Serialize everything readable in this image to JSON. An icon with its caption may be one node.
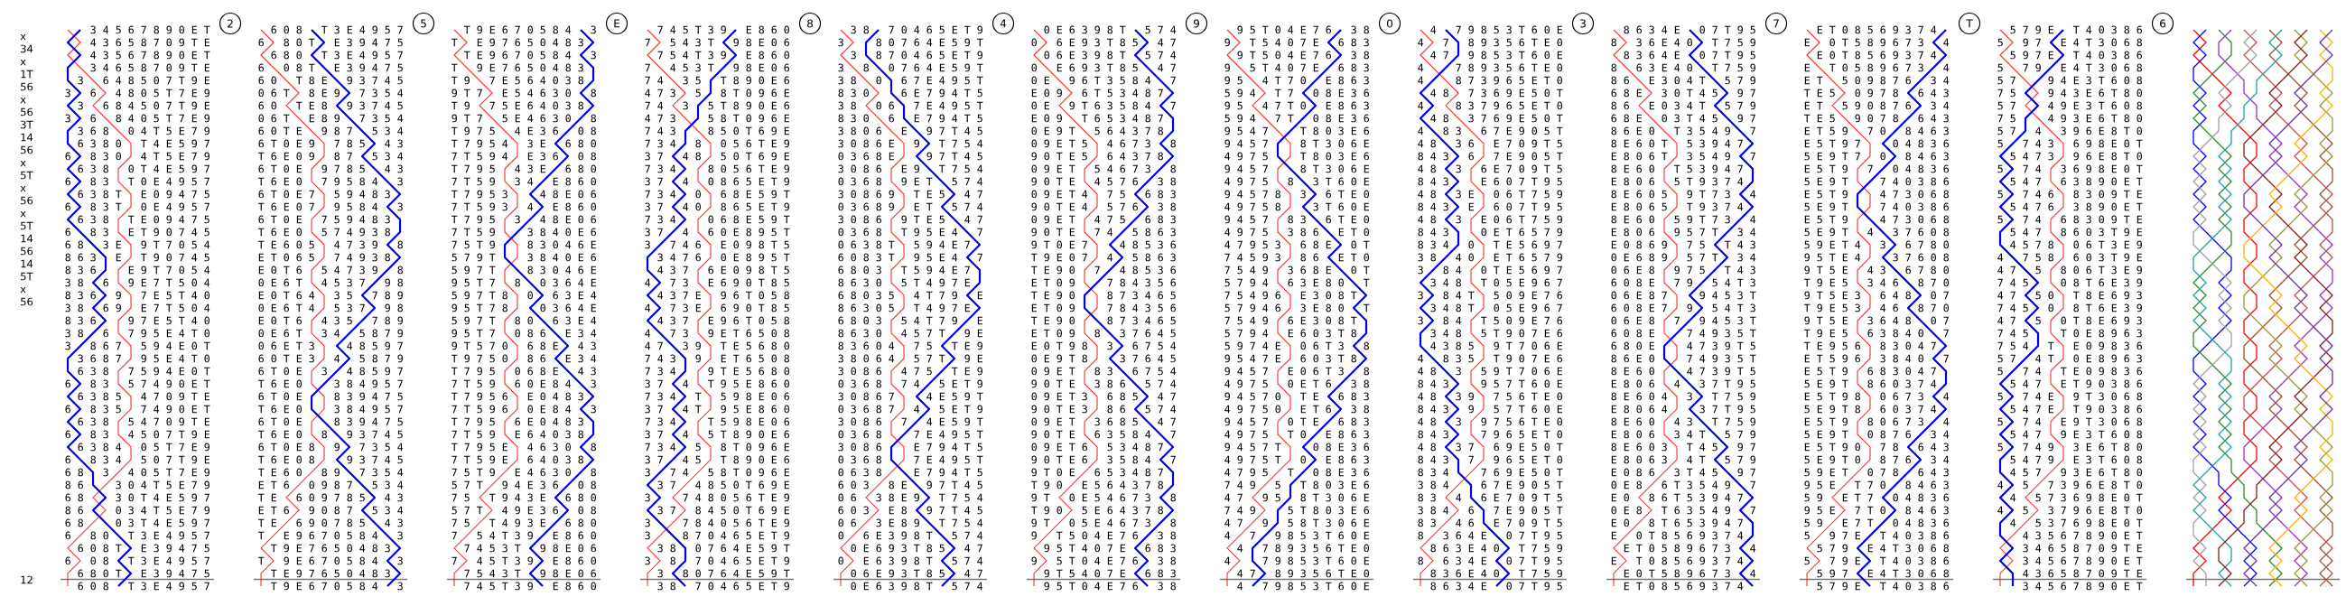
{
  "diagram": {
    "labels": [
      "x",
      "34",
      "x",
      "1T",
      "56",
      "x",
      "56",
      "3T",
      "14",
      "56",
      "x",
      "5T",
      "x",
      "56",
      "x",
      "5T",
      "14",
      "56",
      "14",
      "5T",
      "x",
      "56",
      "12",
      "2",
      "3 4 5 6 7 8 9 0 E T",
      "4 3 6 5 8 7 0 9 T E",
      "4 3 5 6 7 8 9 0 E T",
      "3 4 6 5 8 7 0 9 T E",
      "3",
      "6 4 8 5 0 7 T 9 E",
      "3",
      "6",
      "4 8 0 5 T 7 E 9",
      "3",
      "6 8 4 5 0 7 T 9 E",
      "3",
      "6",
      "8 4 0 5 T 7 E 9",
      "3 6 8",
      "0 4 T 5 E 7 9",
      "6 3 8 0",
      "T 4 E 5 9 7",
      "6",
      "8 3 0",
      "4 T 5 E 7 9",
      "6 3 8",
      "0 T 4 E 5 9 7",
      "6",
      "8 3",
      "T 0 E 4 9 5 7",
      "6 3 8 T",
      "E 0 9 4 7 5",
      "6",
      "8 3 T",
      "0 E 4 9 5 7",
      "6 3 8",
      "T E 0 9 4 7 5",
      "6",
      "8 3",
      "E T 9 0 7 4 5",
      "6 8",
      "3 E",
      "9 T 7 0 5 4",
      "8 6 3",
      "E",
      "T 9 0 7 4 5",
      "8 3 6",
      "E 9 T 7 0 5 4",
      "3 8",
      "6",
      "9 E 7 T 5 0 4",
      "8 3 6",
      "9",
      "7 E 5 T 4 0",
      "3 8",
      "6 9",
      "E 7 T 5 0 4",
      "8 3 6",
      "9 7 E 5 T 4 0",
      "3 8",
      "6",
      "7 9 5 E 4 T 0",
      "3",
      "8 6 7",
      "5 9 4 E 0 T",
      "3 6 8 7",
      "9 5 E 4 T 0",
      "6 3 8",
      "7 5 9 4 E 0 T",
      "6",
      "8 3",
      "5 7 4 9 0 E T",
      "6 3 8 5",
      "4 7 0 9 T E",
      "6",
      "8 3 5",
      "7 4 9 0 E T",
      "6 3 8",
      "5 4 7 0 9 T E",
      "6",
      "8 3",
      "4 5 0 7 T 9 E",
      "6 3 8 4",
      "0 5 T 7 E 9",
      "6",
      "8 3 4",
      "5 0 7 T 9 E",
      "6 8",
      "3",
      "4 0 5 T 7 E 9",
      "8 6",
      "3 0 4 T 5 E 7 9",
      "6 8",
      "3 0 T 4 E 5 9 7",
      "8 6",
      "0 3 4 T 5 E 7 9",
      "6 8",
      "0 3 T 4 E 5 9 7",
      "6",
      "8 0",
      "T 3 E 4 9 5 7",
      "6 0 8 T",
      "E 3 9 4 7 5",
      "6",
      "0 8",
      "T 3 E 4 9 5 7",
      "6 8 0 T",
      "E 3 9 4 7 5",
      "6 0 8",
      "T 3 E 4 9 5 7",
      "5",
      "6 0 8",
      "T 3 E 4 9 5 7",
      "6",
      "8 0 T",
      "E 3 9 4 7 5",
      "6 8 0",
      "T 3 E 4 9 5 7",
      "6",
      "0 8 T",
      "E 3 9 4 7 5",
      "6 0",
      "T 8 E",
      "9 3 7 4 5",
      "0 6 T",
      "8 E 9",
      "7 3 5 4",
      "6 0",
      "T E 8",
      "9 3 7 4 5",
      "0 6 T",
      "E 8 9",
      "7 3 5 4",
      "6 0 T E",
      "9 8 7",
      "5 3 4",
      "6 T 0 E 9",
      "7 8 5",
      "4 3",
      "T 6 E 0 9",
      "8 7",
      "5 3 4",
      "6 T 0 E",
      "9 7 8 5",
      "4 3",
      "T 6 E 0",
      "7 9 5 8 4",
      "3",
      "6 T 0 E 7",
      "5 9 4 8 3",
      "T 6 E 0 7",
      "9 5 8 4",
      "3",
      "6 T 0 E",
      "7 5 9 4 8 3",
      "T 6 E 0",
      "5 7 4 9 3 8",
      "T E 6 0 5",
      "4 7 3 9",
      "8",
      "E T 0 6 5",
      "7 4 9 3 8",
      "E 0 T 6",
      "5 4 7 3 9",
      "8",
      "0 E 6 T",
      "4 5 3 7",
      "9 8",
      "E 0 T 6 4",
      "3 5",
      "7 8 9",
      "0 E 6 T 4",
      "5 3 7",
      "9 8",
      "E 0 T 6",
      "4 3 5",
      "7 8 9",
      "0 E 6 T",
      "3 4",
      "5 8 7 9",
      "0 6 E T 3",
      "4 8 5 9 7",
      "6 0 T E 3",
      "4",
      "5 8 7 9",
      "6 T 0 E",
      "3",
      "4 8 5 9 7",
      "T 6 E 0",
      "3 8 4 9 5 7",
      "6 T 0 E",
      "8 3 9 4 7 5",
      "T 6 E 0",
      "3 8 4 9 5 7",
      "6 T 0 E",
      "8 3 9 4 7 5",
      "T 6 E 0",
      "8",
      "9 3 7 4 5",
      "6 T 0 E 8",
      "9",
      "7 3 5 4",
      "T 6 E 0 8",
      "9 3 7 4 5",
      "T E 6 0",
      "8 9",
      "7 3 5 4",
      "E T 6",
      "0 9 8 7",
      "5 3 4",
      "T E",
      "6 0 9 7 8 5",
      "4 3",
      "E T 6",
      "9 0 8 7",
      "5 3 4",
      "T E",
      "6 9 0 7 8 5",
      "4 3",
      "T",
      "E 9 6 7 0 5 8 4",
      "3",
      "T 9 E 7 6 5 0 4 8 3",
      "T",
      "9 E 6 7 0 5 8 4",
      "3",
      "T E 9 7 6 5 0 4 8 3",
      "T 9 E 6 7 0 5 8 4",
      "3",
      "E",
      "T 9 E 6 7 0 5 8 4",
      "3",
      "T",
      "E 9 7 6 5 0 4 8 3",
      "T E 9 6 7 0 5 8 4",
      "3",
      "T",
      "9 E 7 6 5 0 4 8 3",
      "T 9",
      "7 E 5 6 4 0 3 8",
      "9 T 7",
      "E 5 4 6 3 0",
      "8",
      "T 9",
      "7 5 E 6 4 0 3 8",
      "9 T 7",
      "5 E 4 6 3 0",
      "8",
      "T 9 7 5",
      "4 E 3 6",
      "0 8",
      "T 7 9 5 4",
      "3 E",
      "6 8 0",
      "7 T 5 9 4",
      "E 3 6",
      "0 8",
      "T 7 9 5",
      "4 3 E",
      "6 8 0",
      "7 T 5 9",
      "3 4",
      "E 8 6 0",
      "T 7 9 5 3",
      "4 8 E 0 6",
      "7 T 5 9 3",
      "4",
      "E 8 6 0",
      "T 7 9 5",
      "3",
      "4 8 E 0 6",
      "7 T 5 9",
      "3 8 4 0 E 6",
      "7 5 T 9",
      "8 3 0 4 6 E",
      "5 7 9 T",
      "3 8 4 0 E 6",
      "5 9 7 T",
      "8 3 0 4 6 E",
      "9 5 T 7",
      "8",
      "0 3 6 4 E",
      "5 9 7 T 8",
      "0",
      "6 3 E 4",
      "9 5 T 7 8",
      "0 3 6 4 E",
      "5 9 7 T",
      "8 0",
      "6 3 E 4",
      "9 5 T 7",
      "0 8 6",
      "E 3 4",
      "9 T 5 7 0",
      "6 8 E",
      "4 3",
      "T 9 7 5 0",
      "8 6",
      "E 3 4",
      "T 7 9 5",
      "0 6 8 E",
      "4 3",
      "7 T 5 9",
      "6 0 E 8 4",
      "3",
      "T 7 9 5 6",
      "E 0 4 8 3",
      "7 T 5 9 6",
      "0 E 8 4",
      "3",
      "T 7 9 5",
      "6 E 0 4 8 3",
      "7 T 5 9",
      "E 6 4 0 3 8",
      "T 7 9 5 E",
      "4 6 3 0",
      "8",
      "7 T 5 9 E",
      "6 4 0 3 8",
      "7 5 T 9",
      "E 4 6 3 0",
      "8",
      "5 7 T",
      "9 4 E 3 6",
      "0 8",
      "7 5",
      "T 9 4 3 E",
      "6 8 0",
      "5 7 T",
      "4 9 E 3 6",
      "0 8",
      "7 5",
      "T 4 9 3 E",
      "6 8 0",
      "7",
      "5 4 T 3 9",
      "E 8 6 0",
      "7 4 5 3 T",
      "9 8 E 0 6",
      "7",
      "4 5 T 3 9",
      "E 8 6 0",
      "7 5 4 3 T",
      "9 8 E 0 6",
      "7 4 5 T 3 9",
      "E 8 6 0",
      "8",
      "7 4 5 T 3 9",
      "E 8 6 0",
      "7",
      "5 4 3 T",
      "9 8 E 0 6",
      "7 5 4 T 3 9",
      "E 8 6 0",
      "7",
      "4 5 3 T",
      "9 8 E 0 6",
      "7 4",
      "3 5",
      "T 8 9 0 E 6",
      "4 7 3",
      "5",
      "8 T 0 9 6 E",
      "7 4",
      "3",
      "5 T 8 9 0 E 6",
      "4 7 3",
      "5 8 T 0 9 6 E",
      "7 4 3",
      "8 5 0 T 6 9 E",
      "7 3 4",
      "8",
      "0 5 6 T E 9",
      "3 7",
      "4 8",
      "5 0 T 6 9 E",
      "7 3 4",
      "8 0 5 6 T E 9",
      "3 7",
      "4",
      "0 8 6 5 E T 9",
      "7 3 4",
      "0",
      "6 8 E 5 9 T",
      "3 7",
      "4 0",
      "8 6 5 E T 9",
      "7 3 4",
      "0 6 8 E 5 9 T",
      "3 7",
      "4",
      "6 0 E 8 9 5 T",
      "3",
      "7 4 6",
      "E 0 9 8 T 5",
      "3 4 7 6",
      "0 E 8 9 5 T",
      "4 3 7",
      "6 E 0 9 8 T 5",
      "4",
      "7 3",
      "E 6 9 0 T 8 5",
      "4 3 7 E",
      "9 6 T 0 5 8",
      "4",
      "7 3 E",
      "6 9 0 T 8 5",
      "4 3 7",
      "E 9 6 T 0 5 8",
      "4",
      "7 3",
      "9 E T 6 5 0 8",
      "4 7",
      "3 9",
      "T E 5 6 8 0",
      "7 4 3",
      "9",
      "E T 6 5 0 8",
      "7 3 4",
      "9 T E 5 6 8 0",
      "3 7",
      "4",
      "T 9 5 E 8 6 0",
      "7 3 4",
      "T",
      "5 9 8 E 0 6",
      "3 7",
      "4 T",
      "9 5 E 8 6 0",
      "7 3 4",
      "T 5 9 8 E 0 6",
      "3 7",
      "4",
      "5 T 8 9 0 E 6",
      "7 3 4",
      "5",
      "8 T 0 9 6 E",
      "3 7",
      "4 5",
      "T 8 9 0 E 6",
      "3",
      "7 4",
      "5 8 T 0 9 6 E",
      "3 7",
      "4 8 5 0 T 6 9 E",
      "3",
      "7 4 8 0 5 6 T E 9",
      "3 7",
      "8 4 5 0 T 6 9 E",
      "3",
      "7 8 4 0 5 6 T E 9",
      "3",
      "8 7 0 4 6 5 E T 9",
      "3 8",
      "0 7 6 4 E 5 9 T",
      "3",
      "8",
      "7 0 4 6 5 E T 9",
      "3",
      "8 0 7 6 4 E 5 9 T",
      "3 8",
      "7 0 4 6 5 E T 9",
      "4",
      "3 8",
      "7 0 4 6 5 E T 9",
      "3",
      "8 0 7 6 4 E 5 9 T",
      "3",
      "8 7 0 4 6 5 E T 9",
      "3",
      "8",
      "0 7 6 4 E 5 9 T",
      "3 8",
      "0",
      "6 7 E 4 9 5 T",
      "8 3 0",
      "6 E 7 9 4 T 5",
      "3 8",
      "0 6",
      "7 E 4 9 5 T",
      "8 3 0",
      "6",
      "E 7 9 4 T 5",
      "3 8 0 6",
      "E",
      "9 7 T 4 5",
      "3 0 8 6 E",
      "9",
      "T 7 5 4",
      "0 3 6 8 E",
      "9 7 T 4 5",
      "3 0 8 6",
      "E 9",
      "T 7 5 4",
      "0 3 6 8",
      "9 E T",
      "5 7 4",
      "3 0 8 6 9",
      "T E 5",
      "4 7",
      "0 3 6 8 9",
      "E T",
      "5 7 4",
      "3 0 8 6",
      "9 T E 5",
      "4 7",
      "0 3 6 8",
      "T 9 5 E 4",
      "7",
      "0 6 3 8 T",
      "5 9 4 E 7",
      "6 0 8 3 T",
      "9 5 E 4",
      "7",
      "6 8 0 3",
      "T 5 9 4 E 7",
      "8 6 3 0",
      "5 T 4 9 7 E",
      "6 8 0 3 5",
      "4 T 7 9",
      "E",
      "8 6 3 0 5",
      "T 4 9 7 E",
      "6 8 0 3",
      "5 4 T 7 9",
      "E",
      "8 6 3 0",
      "4 5 7 T",
      "9 E",
      "8 3 6 0 4",
      "7 5",
      "T E 9",
      "3 8 0 6 4",
      "5 7 T",
      "9 E",
      "3 0 8 6",
      "4 7 5",
      "T E 9",
      "0 3 6 8",
      "7 4",
      "5 E T 9",
      "3 0 8 6 7",
      "4 E 5 9 T",
      "0 3 6 8 7",
      "4",
      "5 E T 9",
      "3 0 8 6",
      "7",
      "4 E 5 9 T",
      "0 3 6 8",
      "7 E 4 9 5 T",
      "3 0 8 6",
      "E 7 9 4 T 5",
      "0 3 6 8",
      "7 E 4 9 5 T",
      "0 6 3 8",
      "E 7 9 4 T 5",
      "6 0 3",
      "8 E",
      "9 7 T 4 5",
      "0 6",
      "3 8 E 9",
      "T 7 5 4",
      "6 0 3",
      "E 8",
      "9 7 T 4 5",
      "0 6",
      "3 E 8 9",
      "T 7 5 4",
      "0",
      "6 E 3 9 8 T",
      "5 7 4",
      "0 E 6 9 3 T 8 5",
      "4 7",
      "0",
      "E 6 3 9 8 T",
      "5 7 4",
      "0 6 E 9 3 T 8 5",
      "4 7",
      "0 E 6 3 9 8 T",
      "5 7 4",
      "9",
      "0 E 6 3 9 8 T",
      "5 7 4",
      "0",
      "6 E 9 3 T 8 5",
      "4 7",
      "0 6 E 3 9 8 T",
      "5 7 4",
      "0",
      "E 6 9 3 T 8 5",
      "4 7",
      "0 E",
      "9 6 T 3 5 8 4",
      "7",
      "E 0 9",
      "6 T 5 3 4 8 7",
      "0 E",
      "9 T 6 3 5 8 4",
      "7",
      "E 0 9",
      "T 6 5 3 4 8 7",
      "0 E 9 T",
      "5 6 4 3 7 8",
      "0 9 E T 5",
      "4 6 7 3",
      "8",
      "9 0 T E 5",
      "6 4 3 7 8",
      "0 9 E T",
      "5 4 6 7 3",
      "8",
      "9 0 T E",
      "4 5 7 6",
      "3 8",
      "0 9 E T 4",
      "7 5",
      "6 8 3",
      "9 0 T E 4",
      "5 7 6",
      "3 8",
      "0 9 E T",
      "4 7 5",
      "6 8 3",
      "9 0 T E",
      "7 4",
      "5 8 6 3",
      "9 T 0 E 7",
      "4 8 5 3 6",
      "T 9 E 0 7",
      "4",
      "5 8 6 3",
      "T E 9 0",
      "7",
      "4 8 5 3 6",
      "E T 0 9",
      "7 8 4 3 5 6",
      "T E 9 0",
      "8 7 3 4 6 5",
      "E T 0 9",
      "7 8 4 3 5 6",
      "T E 9 0",
      "8 7 3 4 6 5",
      "E T 0 9",
      "8",
      "3 7 6 4 5",
      "E 0 T 9 8",
      "3",
      "6 7 5 4",
      "0 E 9 T 8",
      "3 7 6 4 5",
      "0 9 E T",
      "8 3",
      "6 7 5 4",
      "9 0 T E",
      "3 8 6",
      "5 7 4",
      "0 9 E T 3",
      "6 8 5",
      "4 7",
      "9 0 T E 3",
      "8 6",
      "5 7 4",
      "0 9 E T",
      "3 6 8 5",
      "4 7",
      "9 0 T E",
      "6 3 5 8 4",
      "7",
      "0 9 E T 6",
      "5 3 4 8 7",
      "9 0 T E 6",
      "3 5 8 4",
      "7",
      "9 T 0 E",
      "6 5 3 4 8 7",
      "T 9 0",
      "E 5 6 4 3 7 8",
      "9 T",
      "0 E 5 4 6 7 3",
      "8",
      "T 9 0",
      "5 E 6 4 3 7 8",
      "9 T",
      "0 5 E 4 6 7 3",
      "8",
      "9",
      "T 5 0 4 E 7 6",
      "3 8",
      "9 5 T 4 0 7 E",
      "6 8 3",
      "9",
      "5 T 0 4 E 7 6",
      "3 8",
      "9 T 5 4 0 7 E",
      "6 8 3",
      "9 5 T 0 4 E 7 6",
      "3 8",
      "0",
      "9 5 T 0 4 E 7 6",
      "3 8",
      "9",
      "T 5 4 0 7 E",
      "6 8 3",
      "9 T 5 0 4 E 7 6",
      "3 8",
      "9",
      "5 T 4 0 7 E",
      "6 8 3",
      "9 5",
      "4 T 7 0",
      "E 8 6 3",
      "5 9 4",
      "T 7",
      "0 8 E 3 6",
      "9 5",
      "4 7 T 0",
      "E 8 6 3",
      "5 9 4",
      "7 T",
      "0 8 E 3 6",
      "9 5 4 7",
      "T 8 0 3 E 6",
      "9 4 5 7",
      "8 T 3 0 6 E",
      "4 9 7 5",
      "T 8 0 3 E 6",
      "9 4 5 7",
      "8 T 3 0 6 E",
      "4 9 7 5",
      "8",
      "3 T 6 0 E",
      "9 4 5 7 8",
      "3",
      "6 T E 0",
      "4 9 7 5 8",
      "3 T 6 0 E",
      "9 4 5 7",
      "8 3",
      "6 T E 0",
      "4 9 7 5",
      "3 8 6",
      "E T 0",
      "4 7 9 5 3",
      "6 8 E",
      "0 T",
      "7 4 5 9 3",
      "8 6",
      "E T 0",
      "7 5 4 9",
      "3 6 8 E",
      "0 T",
      "5 7 9 4",
      "6 3 E 8 0",
      "T",
      "7 5 4 9 6",
      "E 3 0 8 T",
      "5 7 9 4 6",
      "3 E 8 0",
      "T",
      "7 5 4 9",
      "6 E 3 0 8 T",
      "5 7 9 4",
      "E 6 0 3 T 8",
      "5 9 7 4 E",
      "0 6 T 3",
      "8",
      "9 5 4 7 E",
      "6 0 3 T 8",
      "9 4 5 7",
      "E 0 6 T 3",
      "8",
      "4 9 7 5",
      "0 E T 6",
      "3 8",
      "9 4 5 7 0",
      "T E",
      "6 8 3",
      "4 9 7 5 0",
      "E T 6",
      "3 8",
      "9 4 5 7",
      "0 T E",
      "6 8 3",
      "4 9 7 5",
      "T 0",
      "E 8 6 3",
      "9 4 5 7 T",
      "0 8 E 3 6",
      "4 9 7 5 T",
      "0",
      "E 8 6 3",
      "4 7 9 5",
      "T",
      "0 8 E 3 6",
      "7 4 9",
      "5",
      "T 8 0 3 E 6",
      "4 7",
      "9 5",
      "8 T 3 0 6 E",
      "7 4 9",
      "5 T 8 0 3 E 6",
      "4 7",
      "9",
      "5 8 T 3 0 6 E",
      "4",
      "7",
      "9 8 5 3 T 6 0 E",
      "4",
      "7 8 9 3 5 6 T E 0",
      "4",
      "7 9 8 5 3 T 6 0 E",
      "4 7",
      "8 9 3 5 6 T E 0",
      "4",
      "7 9 8 5 3 T 6 0 E",
      "3",
      "4",
      "7 9 8 5 3 T 6 0 E",
      "4",
      "7",
      "8 9 3 5 6 T E 0",
      "4 7",
      "9 8 5 3 T 6 0 E",
      "4",
      "7 8 9 3 5 6 T E 0",
      "4",
      "8 7 3 9 6 5 E T 0",
      "4 8",
      "7 3 6 9 E 5 0 T",
      "4",
      "8 3 7 9 6 5 E T 0",
      "4 8",
      "3 7 6 9 E 5 0 T",
      "4",
      "8 3",
      "6 7 E 9 0 5 T",
      "4 8",
      "3 6",
      "E 7 0 9 T 5",
      "8 4 3",
      "6",
      "7 E 9 0 5 T",
      "4 8",
      "3",
      "6 E 7 0 9 T 5",
      "8 4 3",
      "E 6 0 7 T 9 5",
      "4 8",
      "3 E",
      "0 6 T 7 5 9",
      "8 4 3",
      "E",
      "6 0 7 T 9 5",
      "4 8",
      "3",
      "E 0 6 T 7 5 9",
      "8 4 3",
      "0 E T 6 5 7 9",
      "8 3 4",
      "0",
      "T E 5 6 9 7",
      "3 8",
      "4 0",
      "E T 6 5 7 9",
      "3",
      "8 4",
      "0 T E 5 6 9 7",
      "3 4 8",
      "T 0 5 E 9 6 7",
      "3",
      "8 4 T",
      "5 0 9 E 7 6",
      "3 4 8 T",
      "0 5 E 9 6 7",
      "3",
      "8 4",
      "T 5 0 9 E 7 6",
      "3 4 8",
      "5 T 9 0 7 E 6",
      "4 3 8 5",
      "9 T 7 0 6 E",
      "4",
      "8 3 5",
      "T 9 0 7 E 6",
      "4 8",
      "3",
      "5 9 T 7 0 6 E",
      "8 4 3",
      "9 5 7 T 6 0 E",
      "4 8",
      "3 9",
      "7 5 6 T E 0",
      "8 4 3",
      "9",
      "5 7 T 6 0 E",
      "4 8",
      "3",
      "9 7 5 6 T E 0",
      "8 4 3",
      "7 9 6 5 E T 0",
      "4 8",
      "3 7",
      "6 9 E 5 0 T",
      "8 4 3",
      "7",
      "9 6 5 E T 0",
      "8 3 4",
      "7 6 9 E 5 0 T",
      "3 8 4",
      "6 7 E 9 0 5 T",
      "8 3",
      "4",
      "6 E 7 0 9 T 5",
      "3 8 4",
      "6",
      "7 E 9 0 5 T",
      "8 3",
      "4 6",
      "E 7 0 9 T 5",
      "8",
      "3 6 4 E",
      "0 7 T 9 5",
      "8 6 3 E 4 0",
      "T 7 5 9",
      "8",
      "6 3 4 E",
      "0 7 T 9 5",
      "8 3 6 E 4 0",
      "T 7 5 9",
      "8 6 3 4 E",
      "0 7 T 9 5",
      "7",
      "8 6 3 4 E",
      "0 7 T 9 5",
      "8",
      "3 6 E 4 0",
      "T 7 5 9",
      "8 3 6 4 E",
      "0 7 T 9 5",
      "8",
      "6 3 E 4 0",
      "T 7 5 9",
      "8 6",
      "E 3 0 4 T",
      "5 7 9",
      "6 8 E",
      "3 0 T 4 5",
      "9 7",
      "8 6",
      "E 0 3 4 T",
      "5 7 9",
      "6 8 E",
      "0 3 T 4 5",
      "9 7",
      "8 6 E 0",
      "T 3 5 4 9",
      "7",
      "8 E 6 0 T",
      "5 3 9 4 7",
      "E 8 0 6 T",
      "3 5 4 9",
      "7",
      "8 E 6 0",
      "T 5 3 9 4 7",
      "E 8 0 6",
      "5 T 9 3 7 4",
      "8 E 6 0 5",
      "9 T 7 3",
      "4",
      "E 8 0 6 5",
      "T 9 3 7 4",
      "8 E 6 0",
      "5 9 T 7 3",
      "4",
      "E 8 0 6",
      "9 5 7 T",
      "3 4",
      "E 0 8 6 9",
      "7 5",
      "T 4 3",
      "0 E 6 8 9",
      "5 7 T",
      "3 4",
      "0 6 E 8",
      "9 7 5",
      "T 4 3",
      "6 0 8 E",
      "7 9",
      "5 4 T 3",
      "0 6 E 8 7",
      "9 4 5 3 T",
      "6 0 8 E 7",
      "9",
      "5 4 T 3",
      "0 6 E 8",
      "7",
      "9 4 5 3 T",
      "6 0 8 E",
      "7 4 9 3 5 T",
      "6 8 0 E",
      "4 7 3 9 T 5",
      "8 6 E 0",
      "7 4 9 3 5 T",
      "8 E 6 0",
      "4 7 3 9 T 5",
      "E 8 0 6",
      "4",
      "3 7 T 9 5",
      "8 E 6 0 4",
      "3",
      "T 7 5 9",
      "E 8 0 6 4",
      "3 7 T 9 5",
      "8 E 6 0",
      "4 3",
      "T 7 5 9",
      "E 8 0 6",
      "3 4 T",
      "5 7 9",
      "8 E 6 0 3",
      "T 4 5",
      "9 7",
      "E 8 0 6 3",
      "4 T",
      "5 7 9",
      "E 0 8 6",
      "3 T 4 5",
      "9 7",
      "0 E 8",
      "6 T 3 5 4 9",
      "7",
      "E 0",
      "8 6 T 5 3 9 4 7",
      "0 E 8",
      "T 6 3 5 4 9",
      "7",
      "E 0",
      "8 T 6 5 3 9 4 7",
      "E",
      "0 T 8 5 6 9 3 7 4",
      "E T 0 5 8 9 6 7 3",
      "4",
      "E",
      "T 0 8 5 6 9 3 7 4",
      "E 0 T 5 8 9 6 7 3",
      "4",
      "E T 0 8 5 6 9 3 7 4",
      "T",
      "E T 0 8 5 6 9 3 7 4",
      "E",
      "0 T 5 8 9 6 7 3",
      "4",
      "E 0 T 8 5 6 9 3 7 4",
      "E",
      "T 0 5 8 9 6 7 3",
      "4",
      "E T",
      "5 0 9 8 7 6",
      "3 4",
      "T E 5",
      "0 9 7 8",
      "6 4 3",
      "E T",
      "5 9 0 8 7 6",
      "3 4",
      "T E 5",
      "9 0 7 8",
      "6 4 3",
      "E T 5 9",
      "7 0",
      "8 4 6 3",
      "E 5 T 9 7",
      "0 4 8 3 6",
      "5 E 9 T 7",
      "0",
      "8 4 6 3",
      "E 5 T 9",
      "7",
      "0 4 8 3 6",
      "5 E 9 T",
      "7 4 0 3 8 6",
      "E 5 T 9",
      "4 7 3 0 6 8",
      "5 E 9 T",
      "7 4 0 3 8 6",
      "E 5 T 9",
      "4 7 3 0 6 8",
      "5 E 9 T",
      "4",
      "3 7 6 0 8",
      "5 9 E T 4",
      "3",
      "6 7 8 0",
      "9 5 T E 4",
      "3 7 6 0 8",
      "9 T 5 E",
      "4 3",
      "6 7 8 0",
      "T 9 E 5",
      "3 4 6",
      "8 7 0",
      "9 T 5 E 3",
      "6 4 8",
      "0 7",
      "T 9 E 5 3",
      "4 6",
      "8 7 0",
      "9 T 5 E",
      "3 6 4 8",
      "0 7",
      "T 9 E 5",
      "6 3 8 4 0",
      "7",
      "T E 9 5 6",
      "8 3 0 4 7",
      "E T 5 9 6",
      "3 8 4 0",
      "7",
      "E 5 T 9",
      "6 8 3 0 4 7",
      "5 E 9 T",
      "8 6 0 3 7 4",
      "E 5 T 9 8",
      "0 6 7 3",
      "4",
      "5 E 9 T 8",
      "6 0 3 7 4",
      "E 5 T 9",
      "8 0 6 7 3",
      "4",
      "5 E 9 T",
      "0 8 7 6",
      "3 4",
      "E 5 T 9 0",
      "7 8",
      "6 4 3",
      "5 E 9 T 0",
      "8 7 6",
      "3 4",
      "5 9 E T",
      "0 7 8",
      "6 4 3",
      "9 5 E",
      "T 7 0",
      "8 4 6 3",
      "5 9",
      "E T 7",
      "0 4 8 3 6",
      "9 5 E",
      "7 T 0",
      "8 4 6 3",
      "5 9",
      "E 7 T",
      "0 4 8 3 6",
      "5",
      "9 7 E",
      "T 4 0 3 8 6",
      "5 7 9",
      "E 4 T 3 0 6 8",
      "5",
      "7 9 E",
      "T 4 0 3 8 6",
      "5 9 7",
      "E 4 T 3 0 6 8",
      "5 7 9 E",
      "T 4 0 3 8 6",
      "6",
      "5 7 9 E",
      "T 4 0 3 8 6",
      "5",
      "9 7",
      "E 4 T 3 0 6 8",
      "5 9 7 E",
      "T 4 0 3 8 6",
      "5",
      "7 9",
      "E 4 T 3 0 6 8",
      "5 7",
      "9 4 E 3 T 6 0 8",
      "7 5",
      "9 4 3 E 6 T 8 0",
      "5 7",
      "4 9 E 3 T 6 0 8",
      "7 5",
      "4 9 3 E 6 T 8 0",
      "5 7",
      "4",
      "3 9 6 E 8 T 0",
      "5",
      "7 4 3",
      "6 9 8 E 0 T",
      "5 4 7 3",
      "9 6 E 8 T 0",
      "5",
      "7 4",
      "3 6 9 8 E 0 T",
      "5 4 7",
      "6 3 8 9 0 E T",
      "5",
      "7 4 6",
      "8 3 0 9 T E",
      "5 4 7 6",
      "3 8 9 0 E T",
      "5",
      "7 4",
      "6 8 3 0 9 T E",
      "5 4 7",
      "8 6 0 3 T 9 E",
      "4 5 7 8",
      "0 6 T 3 E 9",
      "4",
      "7 5 8",
      "6 0 3 T 9 E",
      "4 7",
      "5",
      "8 0 6 T 3 E 9",
      "7 4 5",
      "0 8 T 6 E 3 9",
      "4 7",
      "5 0",
      "T 8 E 6 9 3",
      "7 4 5",
      "0",
      "8 T 6 E 3 9",
      "4 7",
      "5",
      "0 T 8 E 6 9 3",
      "7 4 5",
      "T 0 E 8 9 6 3",
      "7 5 4",
      "T",
      "E 0 9 8 3 6",
      "5 7",
      "4 T",
      "0 E 8 9 6 3",
      "5",
      "7 4",
      "T E 0 9 8 3 6",
      "5 4 7",
      "E T 9 0 3 8 6",
      "5",
      "7 4 E",
      "9 T 3 0 6 8",
      "5 4 7 E",
      "T 9 0 3 8 6",
      "5",
      "7 4",
      "E 9 T 3 0 6 8",
      "5 4 7",
      "9 E 3 T 6 0 8",
      "5",
      "7 4 9",
      "3 E 6 T 8 0",
      "5 4 7 9",
      "E 3 T 6 0 8",
      "4 5 7",
      "9 3 E 6 T 8 0",
      "4",
      "5",
      "7 3 9 6 E 8 T 0",
      "4",
      "5 7 3 6 9 8 E 0 T",
      "4",
      "5",
      "3 7 9 6 E 8 T 0",
      "4",
      "5 3 7 6 9 8 E 0 T",
      "4 3 5 6 7 8 9 0 E T",
      "3 4 6 5 8 7 0 9 T E",
      "3 4 5 6 7 8 9 0 E T",
      "4 3 6 5 8 7 0 9 T E",
      "3 4 5 6 7 8 9 0 E T"
    ]
  }
}
